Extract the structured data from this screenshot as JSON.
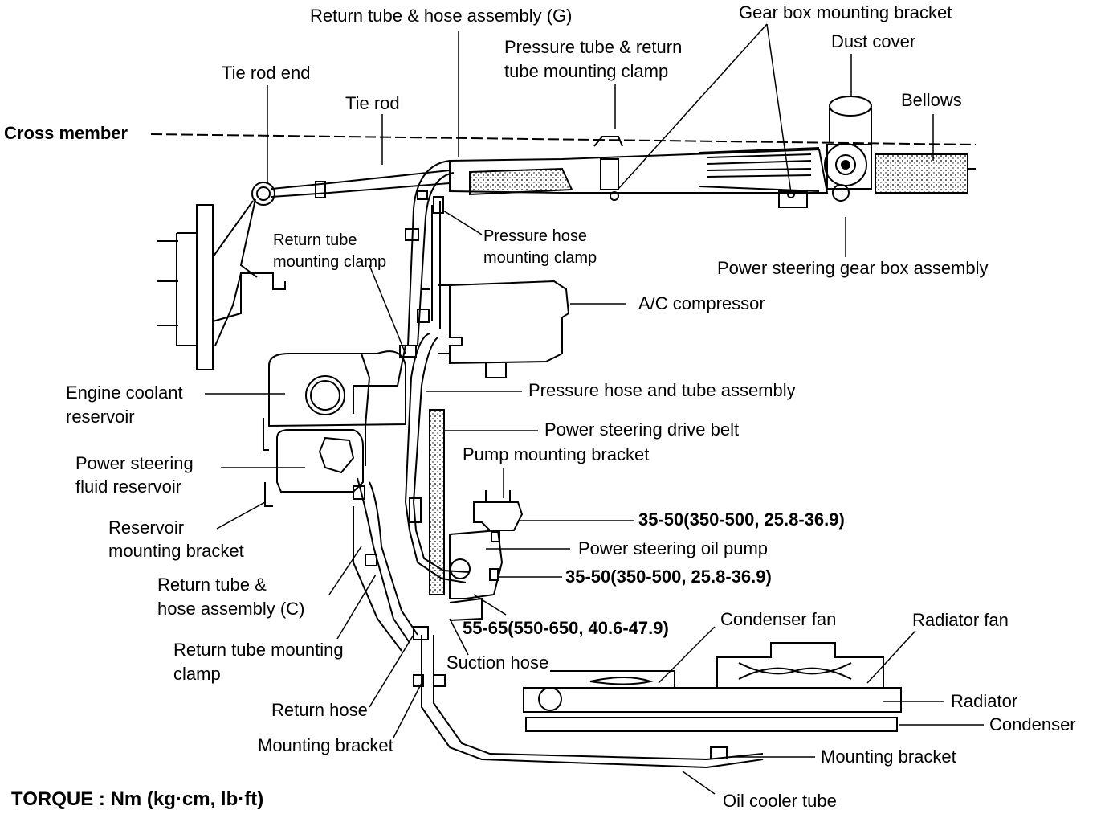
{
  "labels": {
    "return_tube_g": "Return tube & hose assembly (G)",
    "gear_box_bracket": "Gear box mounting bracket",
    "dust_cover": "Dust cover",
    "pressure_clamp_1": "Pressure tube & return",
    "pressure_clamp_2": "tube mounting clamp",
    "tie_rod_end": "Tie rod end",
    "tie_rod": "Tie rod",
    "bellows": "Bellows",
    "cross_member": "Cross member",
    "return_tube_clamp_1": "Return tube",
    "return_tube_clamp_2": "mounting clamp",
    "pressure_hose_clamp_1": "Pressure hose",
    "pressure_hose_clamp_2": "mounting clamp",
    "gear_box_assembly": "Power steering gear box assembly",
    "ac_compressor": "A/C compressor",
    "coolant_reservoir_1": "Engine coolant",
    "coolant_reservoir_2": "reservoir",
    "pressure_hose_tube": "Pressure hose and tube assembly",
    "drive_belt": "Power steering drive belt",
    "pump_bracket": "Pump mounting bracket",
    "fluid_reservoir_1": "Power steering",
    "fluid_reservoir_2": "fluid reservoir",
    "torque_1": "35-50(350-500, 25.8-36.9)",
    "reservoir_bracket_1": "Reservoir",
    "reservoir_bracket_2": "mounting bracket",
    "oil_pump": "Power steering oil pump",
    "torque_2": "35-50(350-500, 25.8-36.9)",
    "return_tube_c_1": "Return tube &",
    "return_tube_c_2": "hose assembly (C)",
    "torque_3": "55-65(550-650, 40.6-47.9)",
    "condenser_fan": "Condenser fan",
    "radiator_fan": "Radiator fan",
    "return_clamp_1": "Return tube mounting",
    "return_clamp_2": "clamp",
    "suction_hose": "Suction hose",
    "radiator": "Radiator",
    "return_hose": "Return hose",
    "condenser": "Condenser",
    "mounting_bracket_left": "Mounting bracket",
    "mounting_bracket_right": "Mounting bracket",
    "torque_units": "TORQUE : Nm (kg·cm, lb·ft)",
    "oil_cooler_tube": "Oil cooler tube"
  }
}
